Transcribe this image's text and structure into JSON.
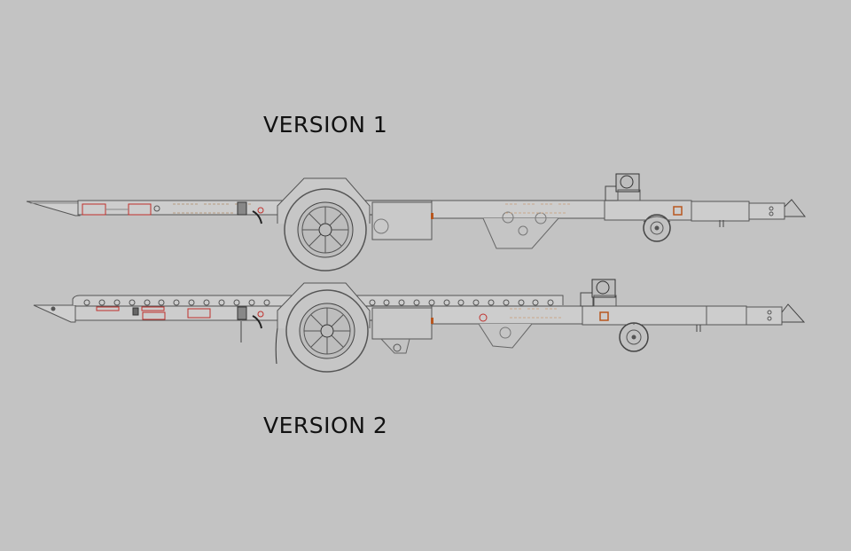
{
  "background_color": "#c3c3c3",
  "diagram": {
    "type": "technical side-elevation drawing",
    "subject": "trailer chassis",
    "versions": [
      {
        "label": "VERSION 1",
        "features": [
          "tapered front ramp",
          "single road wheel with mudguard",
          "jockey wheel",
          "winch",
          "hitch"
        ]
      },
      {
        "label": "VERSION 2",
        "features": [
          "tapered front ramp",
          "perforated upper rail",
          "single road wheel with mudguard",
          "jockey wheel",
          "winch",
          "hitch"
        ]
      }
    ]
  },
  "colors": {
    "line": "#4a4a4a",
    "light_line": "#8a8a8a",
    "accent_red": "#c0302c",
    "accent_orange": "#b8561e",
    "accent_tan": "#c9a88a"
  }
}
